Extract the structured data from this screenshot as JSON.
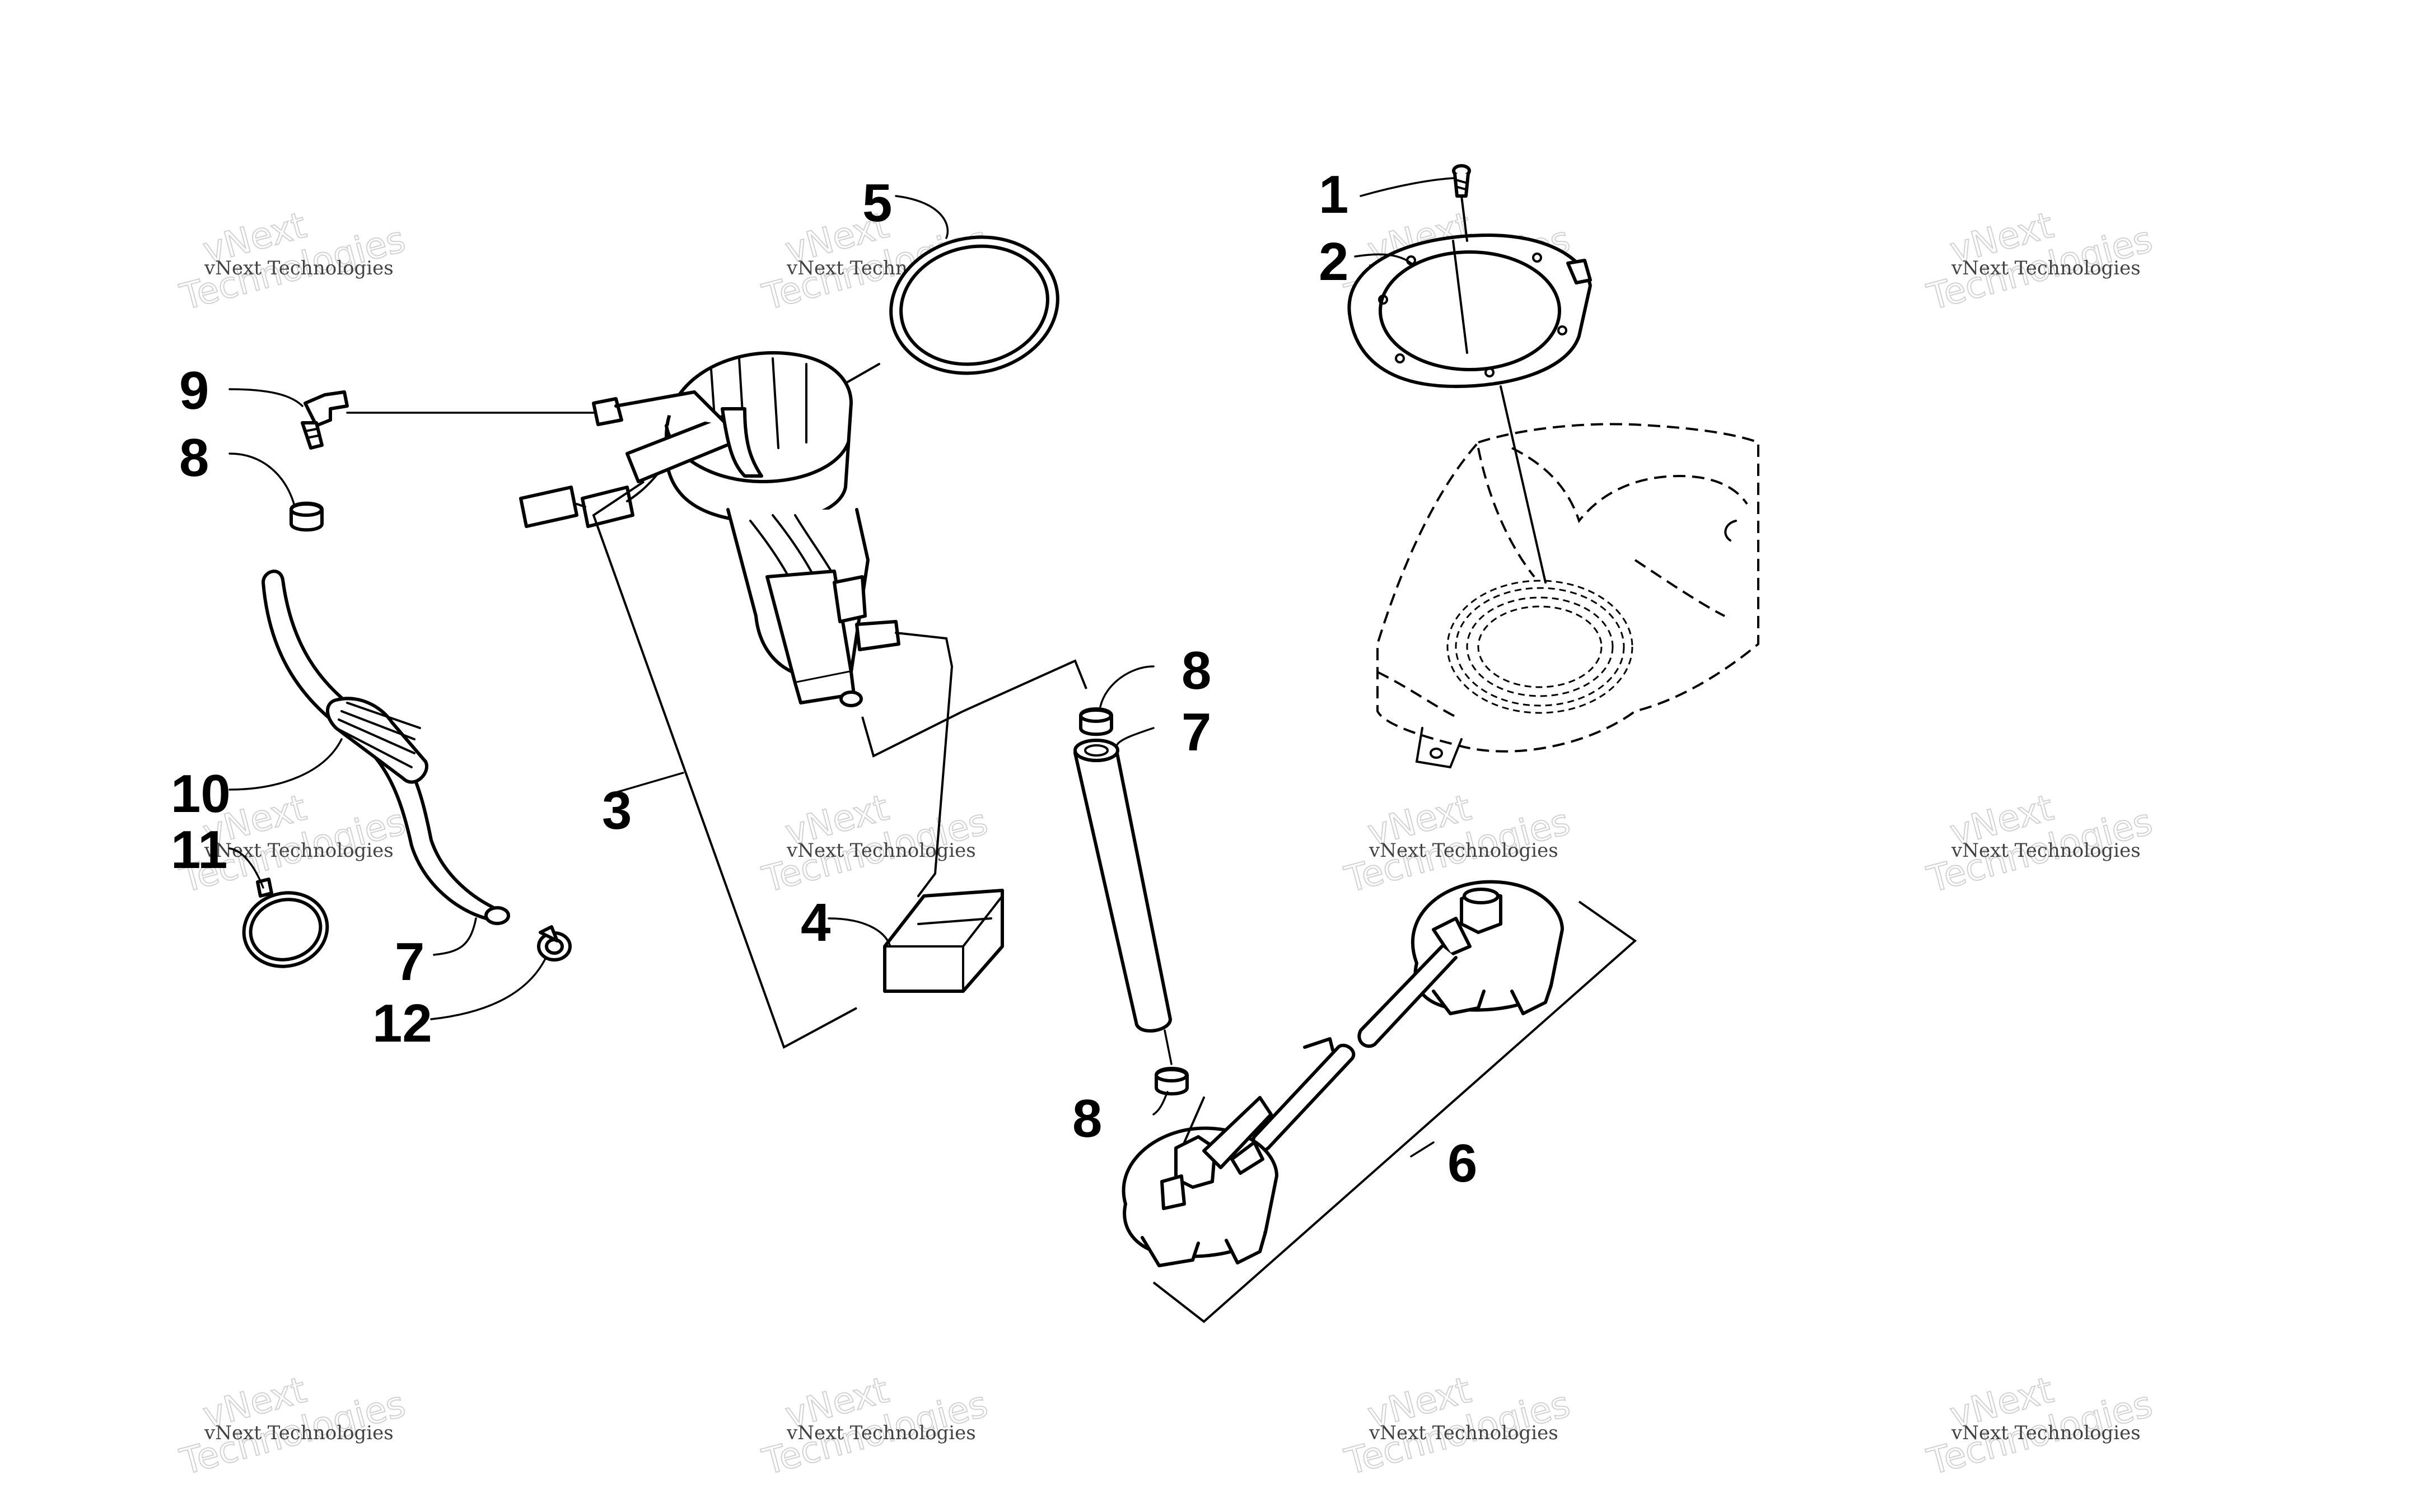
{
  "diagram": {
    "callouts": [
      {
        "id": "1",
        "label": "1"
      },
      {
        "id": "2",
        "label": "2"
      },
      {
        "id": "3",
        "label": "3"
      },
      {
        "id": "4",
        "label": "4"
      },
      {
        "id": "5",
        "label": "5"
      },
      {
        "id": "6",
        "label": "6"
      },
      {
        "id": "7a",
        "label": "7"
      },
      {
        "id": "7b",
        "label": "7"
      },
      {
        "id": "8a",
        "label": "8"
      },
      {
        "id": "8b",
        "label": "8"
      },
      {
        "id": "8c",
        "label": "8"
      },
      {
        "id": "9",
        "label": "9"
      },
      {
        "id": "10",
        "label": "10"
      },
      {
        "id": "11",
        "label": "11"
      },
      {
        "id": "12",
        "label": "12"
      }
    ],
    "watermark": {
      "small": "vNext Technologies",
      "big_line1": "vNext",
      "big_line2": "Technologies"
    }
  }
}
